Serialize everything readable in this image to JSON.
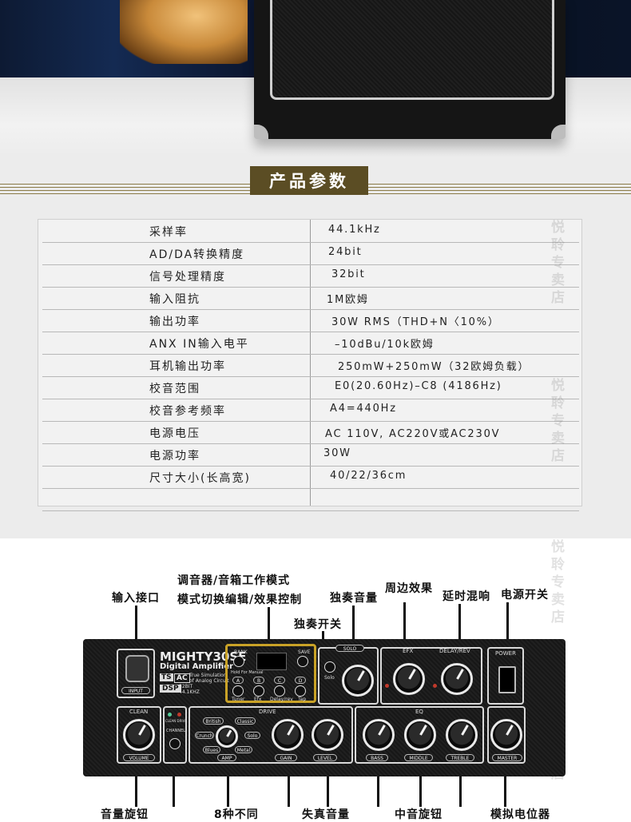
{
  "section_title": "产品参数",
  "specs": [
    {
      "label": "采样率",
      "value": "44.1kHz"
    },
    {
      "label": "AD/DA转换精度",
      "value": "24bit"
    },
    {
      "label": "信号处理精度",
      "value": "32bit"
    },
    {
      "label": "输入阻抗",
      "value": "1M欧姆"
    },
    {
      "label": "输出功率",
      "value": "30W RMS（THD+N〈10%）"
    },
    {
      "label": "ANX IN输入电平",
      "value": "–10dBu/10k欧姆"
    },
    {
      "label": "耳机输出功率",
      "value": "250mW+250mW（32欧姆负载）"
    },
    {
      "label": "校音范围",
      "value": "E0(20.60Hz)–C8 (4186Hz)"
    },
    {
      "label": "校音参考频率",
      "value": "A4=440Hz"
    },
    {
      "label": "电源电压",
      "value": "AC 110V, AC220V或AC230V"
    },
    {
      "label": "电源功率",
      "value": "30W"
    },
    {
      "label": "尺寸大小(长高宽)",
      "value": "40/22/36cm"
    }
  ],
  "watermark": "悦聆专卖店",
  "callouts": {
    "input_jack": "输入接口",
    "tuner_mode_1": "调音器/音箱工作模式",
    "tuner_mode_2": "模式切换编辑/效果控制",
    "solo_volume": "独奏音量",
    "solo_switch": "独奏开关",
    "fx": "周边效果",
    "delay_reverb": "延时混响",
    "power_switch": "电源开关",
    "clean_volume": "音量旋钮",
    "drive_types": "8种不同",
    "gain_level": "失真音量",
    "middle_knob": "中音旋钮",
    "master": "模拟电位器"
  },
  "panel": {
    "logo": "MIGHTY30SE",
    "logo_sub": "Digital Amplifier",
    "ts": "TS",
    "ac": "AC",
    "tsac_desc_1": "True Simulation",
    "tsac_desc_2": "of Analog Circuit",
    "dsp": "DSP",
    "dsp_desc_1": "32BIT",
    "dsp_desc_2": "44.1KHZ",
    "input": "INPUT",
    "clean": "CLEAN",
    "volume": "VOLUME",
    "clean_drive": "CLEAN DRIVE",
    "channel": "CHANNEL",
    "drive": "DRIVE",
    "british": "British",
    "classic": "Classic",
    "crunch": "Crunch",
    "solo_amp": "Solo",
    "blues": "Blues",
    "metal": "Metal",
    "amp": "AMP",
    "gain": "GAIN",
    "level": "LEVEL",
    "eq": "EQ",
    "bass": "BASS",
    "middle": "MIDDLE",
    "treble": "TREBLE",
    "solo": "SOLO",
    "solo_btn": "Solo",
    "efx": "EFX",
    "delay_rev": "DELAY/REV",
    "power": "POWER",
    "master": "MASTER",
    "bank": "BANK",
    "save": "SAVE",
    "hold": "Hold For Manual",
    "a": "A",
    "b": "B",
    "c": "C",
    "d": "D",
    "tuner": "Tuner",
    "efx_btn": "Efx",
    "delay_rev_btn": "Delay/rev",
    "tap": "Tap"
  }
}
